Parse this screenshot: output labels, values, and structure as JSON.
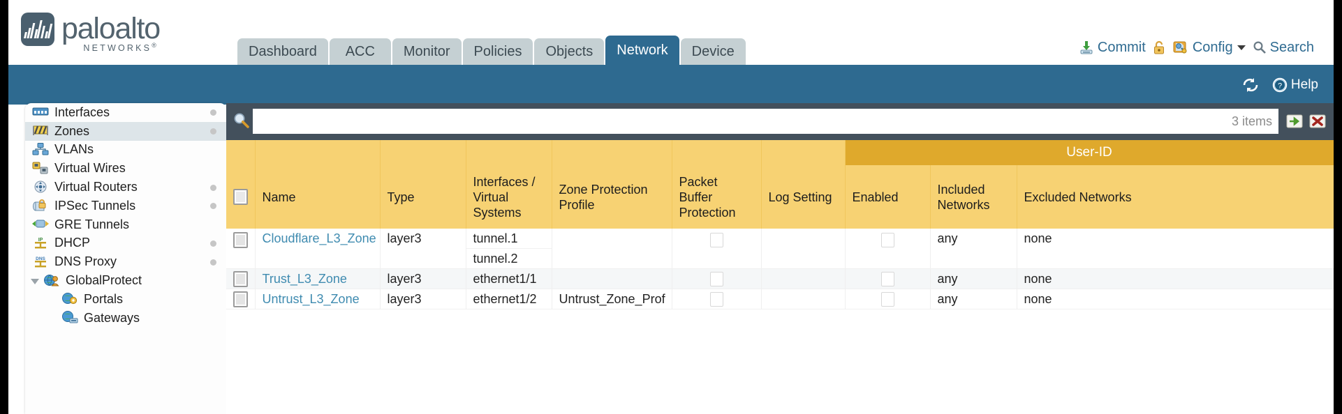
{
  "brand": {
    "name": "paloalto",
    "tagline": "NETWORKS",
    "registered": "®"
  },
  "nav": {
    "tabs": [
      {
        "label": "Dashboard",
        "active": false
      },
      {
        "label": "ACC",
        "active": false
      },
      {
        "label": "Monitor",
        "active": false
      },
      {
        "label": "Policies",
        "active": false
      },
      {
        "label": "Objects",
        "active": false
      },
      {
        "label": "Network",
        "active": true
      },
      {
        "label": "Device",
        "active": false
      }
    ]
  },
  "header_actions": {
    "commit": "Commit",
    "config": "Config",
    "search": "Search",
    "lock_icon": "lock-icon",
    "commit_icon": "commit-save-icon",
    "config_icon": "config-wrench-icon",
    "search_icon": "magnifier-icon",
    "dropdown_icon": "chevron-down-icon"
  },
  "bluebar": {
    "refresh_icon": "refresh-icon",
    "help_label": "Help",
    "help_icon": "question-circle-icon"
  },
  "sidebar": {
    "items": [
      {
        "label": "Interfaces",
        "icon": "interfaces-icon",
        "selected": false,
        "dot": true,
        "child": false,
        "caret": false
      },
      {
        "label": "Zones",
        "icon": "zones-icon",
        "selected": true,
        "dot": true,
        "child": false,
        "caret": false
      },
      {
        "label": "VLANs",
        "icon": "vlans-icon",
        "selected": false,
        "dot": false,
        "child": false,
        "caret": false
      },
      {
        "label": "Virtual Wires",
        "icon": "virtual-wires-icon",
        "selected": false,
        "dot": false,
        "child": false,
        "caret": false
      },
      {
        "label": "Virtual Routers",
        "icon": "virtual-routers-icon",
        "selected": false,
        "dot": true,
        "child": false,
        "caret": false
      },
      {
        "label": "IPSec Tunnels",
        "icon": "ipsec-tunnels-icon",
        "selected": false,
        "dot": true,
        "child": false,
        "caret": false
      },
      {
        "label": "GRE Tunnels",
        "icon": "gre-tunnels-icon",
        "selected": false,
        "dot": false,
        "child": false,
        "caret": false
      },
      {
        "label": "DHCP",
        "icon": "dhcp-icon",
        "selected": false,
        "dot": true,
        "child": false,
        "caret": false
      },
      {
        "label": "DNS Proxy",
        "icon": "dns-proxy-icon",
        "selected": false,
        "dot": true,
        "child": false,
        "caret": false
      },
      {
        "label": "GlobalProtect",
        "icon": "globalprotect-icon",
        "selected": false,
        "dot": false,
        "child": false,
        "caret": true
      },
      {
        "label": "Portals",
        "icon": "portals-icon",
        "selected": false,
        "dot": false,
        "child": true,
        "caret": false
      },
      {
        "label": "Gateways",
        "icon": "gateways-icon",
        "selected": false,
        "dot": false,
        "child": true,
        "caret": false
      }
    ]
  },
  "search": {
    "value": "",
    "placeholder": "",
    "items_count": "3 items",
    "magnifier_icon": "magnifier-icon",
    "go_icon": "arrow-right-green-icon",
    "clear_icon": "clear-red-x-icon"
  },
  "table": {
    "group_header": {
      "user_id": "User-ID"
    },
    "columns": [
      {
        "key": "checkbox",
        "label": ""
      },
      {
        "key": "name",
        "label": "Name"
      },
      {
        "key": "type",
        "label": "Type"
      },
      {
        "key": "interfaces",
        "label": "Interfaces / Virtual Systems"
      },
      {
        "key": "zone_protection",
        "label": "Zone Protection Profile"
      },
      {
        "key": "packet_buffer",
        "label": "Packet Buffer Protection"
      },
      {
        "key": "log_setting",
        "label": "Log Setting"
      },
      {
        "key": "enabled",
        "label": "Enabled"
      },
      {
        "key": "included",
        "label": "Included Networks"
      },
      {
        "key": "excluded",
        "label": "Excluded Networks"
      }
    ],
    "rows": [
      {
        "selected": false,
        "name": "Cloudflare_L3_Zone",
        "type": "layer3",
        "interfaces": [
          "tunnel.1",
          "tunnel.2"
        ],
        "zone_protection": "",
        "packet_buffer_checked": false,
        "log_setting": "",
        "enabled_checked": false,
        "included": "any",
        "excluded": "none"
      },
      {
        "selected": false,
        "name": "Trust_L3_Zone",
        "type": "layer3",
        "interfaces": [
          "ethernet1/1"
        ],
        "zone_protection": "",
        "packet_buffer_checked": false,
        "log_setting": "",
        "enabled_checked": false,
        "included": "any",
        "excluded": "none"
      },
      {
        "selected": false,
        "name": "Untrust_L3_Zone",
        "type": "layer3",
        "interfaces": [
          "ethernet1/2"
        ],
        "zone_protection": "Untrust_Zone_Prof",
        "packet_buffer_checked": false,
        "log_setting": "",
        "enabled_checked": false,
        "included": "any",
        "excluded": "none"
      }
    ]
  },
  "colors": {
    "brand_blue": "#2e6a90",
    "header_yellow": "#f7d273",
    "group_yellow": "#dfa92c",
    "search_band": "#43505c",
    "tab_inactive": "#c5d0d3",
    "link_blue": "#3f8bb0"
  }
}
